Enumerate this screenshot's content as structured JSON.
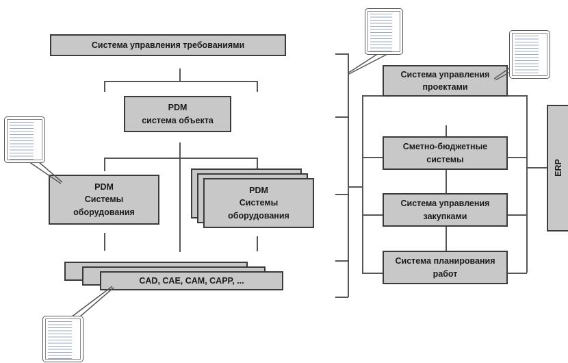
{
  "boxes": {
    "requirements": "Система управления требованиями",
    "pdm_object_line1": "PDM",
    "pdm_object_line2": "система объекта",
    "pdm_equipment_line1": "PDM",
    "pdm_equipment_line2": "Системы",
    "pdm_equipment_line3": "оборудования",
    "pdm_equipment_stack_line1": "PDM",
    "pdm_equipment_stack_line2": "Системы",
    "pdm_equipment_stack_line3": "оборудования",
    "cad_tools": "CAD, CAE, CAM, CAPP, ...",
    "project_mgmt_line1": "Система управления",
    "project_mgmt_line2": "проектами",
    "budget_line1": "Сметно-бюджетные",
    "budget_line2": "системы",
    "procurement_line1": "Система управления",
    "procurement_line2": "закупками",
    "planning_line1": "Система планирования",
    "planning_line2": "работ",
    "erp": "ERP"
  },
  "colors": {
    "box_fill": "#c8c8c8",
    "box_border": "#3a3a3a",
    "connector": "#555555"
  },
  "icons": [
    "document-thumbnail-icon"
  ]
}
